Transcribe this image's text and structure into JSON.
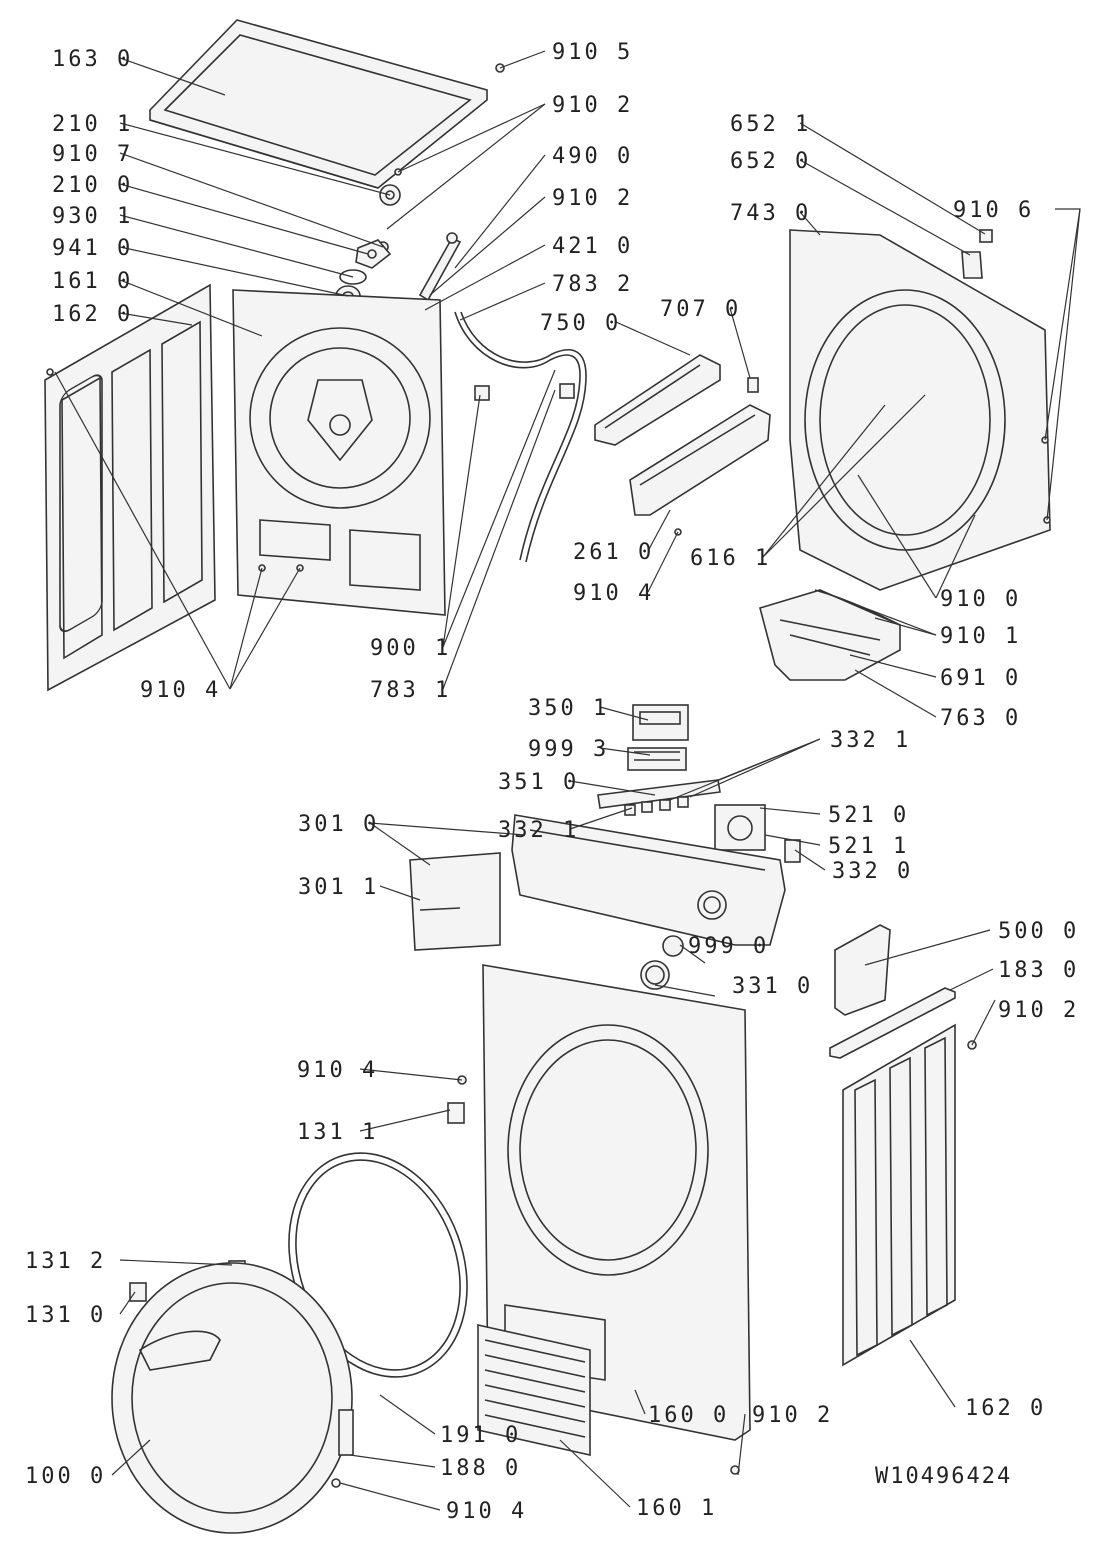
{
  "document_id": "W10496424",
  "callouts": {
    "p163_0": "163 0",
    "p910_5": "910 5",
    "p910_2a": "910 2",
    "p210_1": "210 1",
    "p910_7": "910 7",
    "p490_0": "490 0",
    "p210_0": "210 0",
    "p910_2b": "910 2",
    "p930_1": "930 1",
    "p421_0": "421 0",
    "p941_0": "941 0",
    "p161_0": "161 0",
    "p783_2": "783 2",
    "p162_0a": "162 0",
    "p750_0": "750 0",
    "p707_0": "707 0",
    "p652_1": "652 1",
    "p652_0": "652 0",
    "p743_0": "743 0",
    "p910_6": "910 6",
    "p261_0": "261 0",
    "p910_4a": "910 4",
    "p616_1": "616 1",
    "p910_0": "910 0",
    "p910_1": "910 1",
    "p691_0": "691 0",
    "p763_0": "763 0",
    "p900_1": "900 1",
    "p783_1": "783 1",
    "p910_4b": "910 4",
    "p350_1": "350 1",
    "p999_3": "999 3",
    "p332_1a": "332 1",
    "p351_0": "351 0",
    "p332_1b": "332 1",
    "p521_0": "521 0",
    "p521_1": "521 1",
    "p301_0": "301 0",
    "p332_0": "332 0",
    "p301_1": "301 1",
    "p500_0": "500 0",
    "p999_0": "999 0",
    "p183_0": "183 0",
    "p331_0": "331 0",
    "p910_2c": "910 2",
    "p910_4c": "910 4",
    "p131_1": "131 1",
    "p131_2": "131 2",
    "p131_0": "131 0",
    "p191_0": "191 0",
    "p160_0": "160 0",
    "p910_2d": "910 2",
    "p162_0b": "162 0",
    "p188_0": "188 0",
    "p100_0": "100 0",
    "p160_1": "160 1",
    "p910_4d": "910 4"
  }
}
